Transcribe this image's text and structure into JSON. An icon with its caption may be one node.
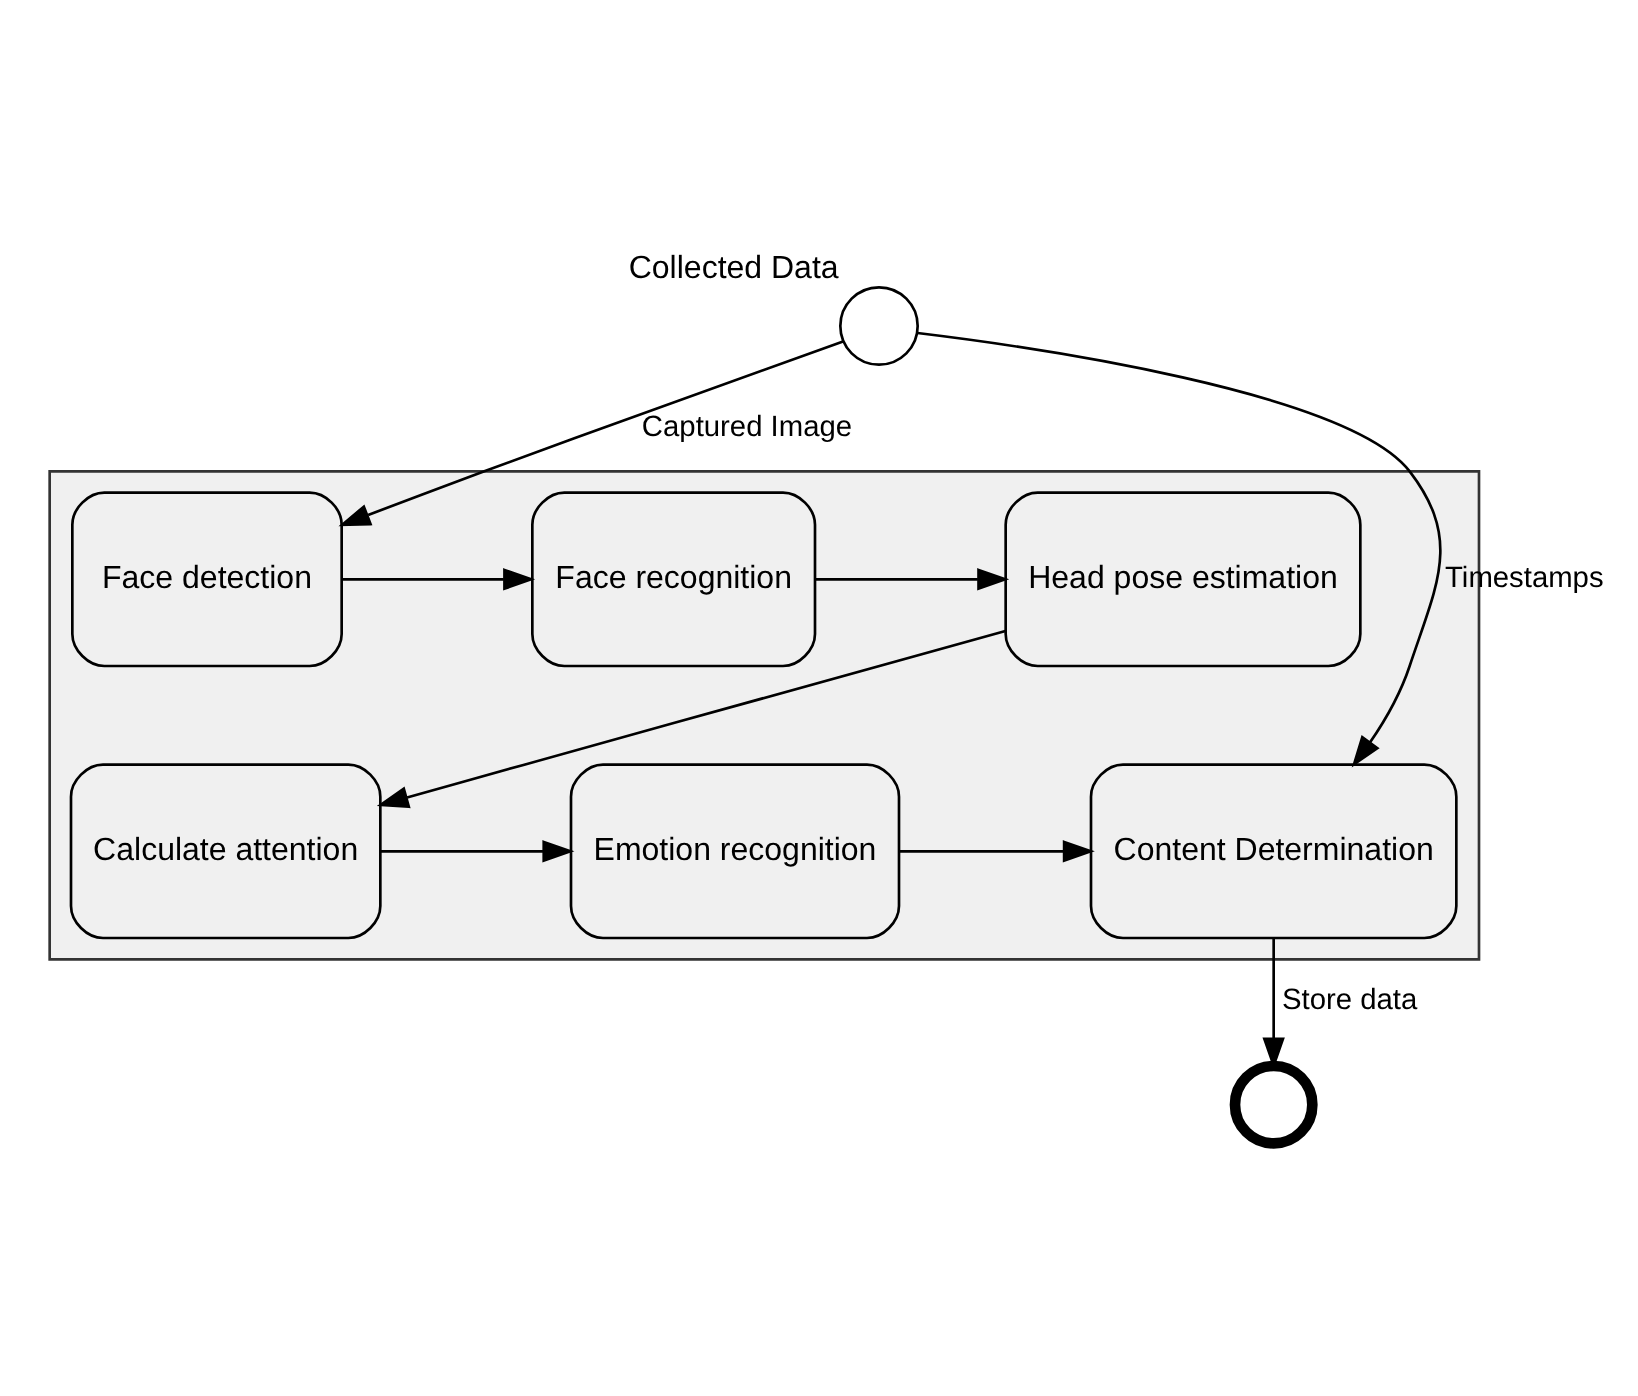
{
  "diagram": {
    "nodes": [
      {
        "text": [],
        "shape": "circle",
        "beside": [
          "Collected Data"
        ]
      },
      {
        "text": [],
        "shape": "box"
      },
      {
        "text": [
          "Face detection"
        ],
        "in": 1
      },
      {
        "text": [
          "Face recognition"
        ],
        "in": 1
      },
      {
        "text": [
          "Head pose estimation"
        ],
        "in": 1
      },
      {
        "text": [
          "Calculate attention"
        ],
        "in": 1
      },
      {
        "text": [
          "Emotion recognition"
        ],
        "in": 1
      },
      {
        "text": [
          "Content Determination"
        ],
        "in": 1
      },
      {
        "text": [],
        "shape": "circle"
      }
    ],
    "edges": [
      {
        "from": 0,
        "to": 2,
        "arrow": "to",
        "label": "Captured Image"
      },
      {
        "from": 0,
        "to": 7,
        "arrow": "to",
        "label": "Timestamps"
      },
      {
        "from": 2,
        "to": 3,
        "arrow": "to"
      },
      {
        "from": 3,
        "to": 4,
        "arrow": "to"
      },
      {
        "from": 4,
        "to": 5,
        "arrow": "to"
      },
      {
        "from": 5,
        "to": 6,
        "arrow": "to"
      },
      {
        "from": 6,
        "to": 7,
        "arrow": "to"
      },
      {
        "from": 7,
        "to": 8,
        "arrow": "to",
        "label": "Store data"
      }
    ]
  }
}
